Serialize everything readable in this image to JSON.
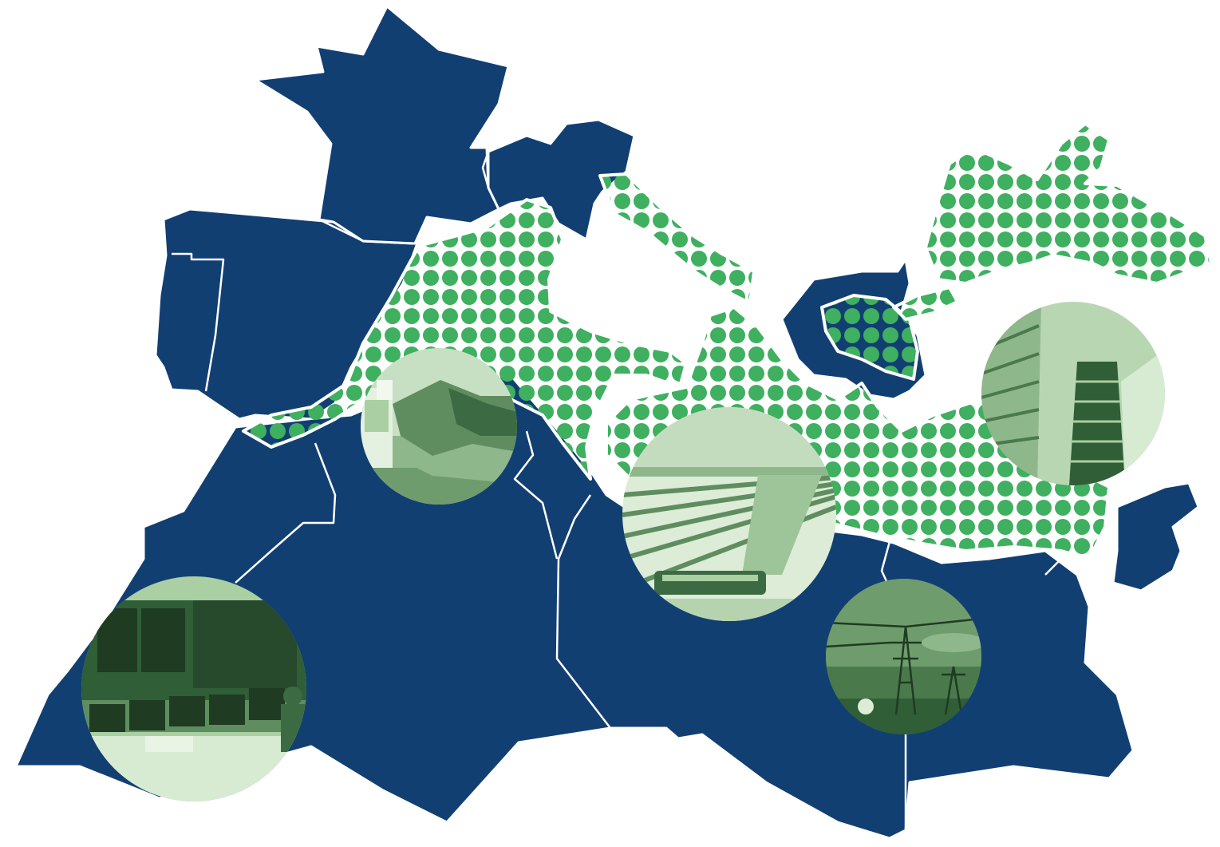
{
  "illustration": {
    "subject": "map",
    "colors": {
      "background": "#ffffff",
      "land": "#123f72",
      "border": "#ffffff",
      "sea_dots": "#3faf60",
      "photo_dark": "#2f5e37",
      "photo_mid": "#5f8d60",
      "photo_light": "#a9cfa3"
    },
    "photos": [
      {
        "id": "control-room",
        "icon": "control-room-photo"
      },
      {
        "id": "dam",
        "icon": "dam-photo"
      },
      {
        "id": "solar-field",
        "icon": "solar-field-photo"
      },
      {
        "id": "power-lines",
        "icon": "power-line-photo"
      },
      {
        "id": "skyscraper",
        "icon": "skyscraper-photo"
      }
    ]
  }
}
